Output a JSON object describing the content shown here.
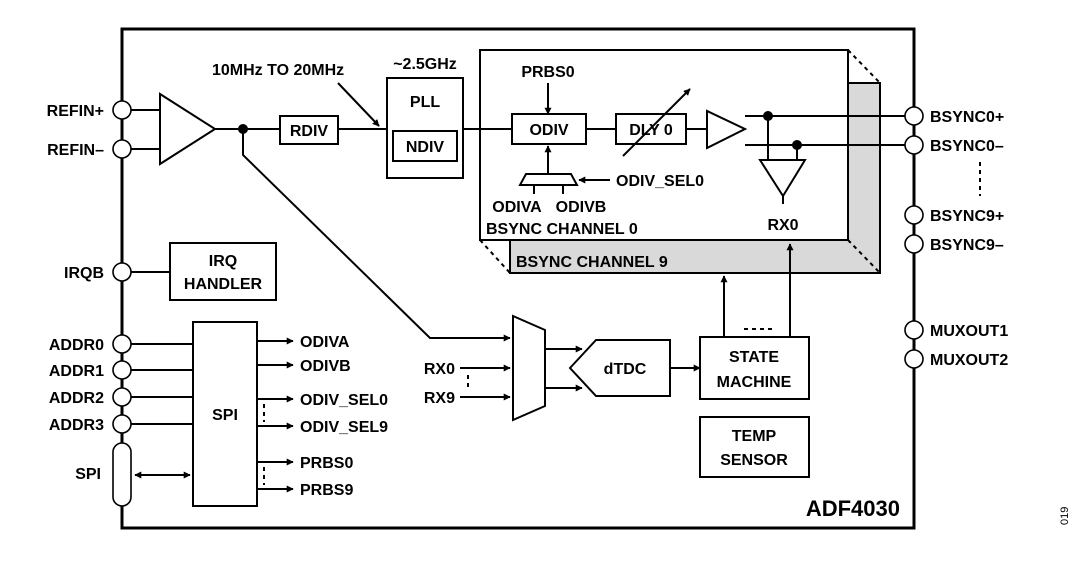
{
  "chip_name": "ADF4030",
  "figure_number": "019",
  "inputs": {
    "refin_p": "REFIN+",
    "refin_n": "REFIN–",
    "irqb": "IRQB",
    "addr0": "ADDR0",
    "addr1": "ADDR1",
    "addr2": "ADDR2",
    "addr3": "ADDR3",
    "spi": "SPI"
  },
  "outputs": {
    "bsync0_p": "BSYNC0+",
    "bsync0_n": "BSYNC0–",
    "bsync9_p": "BSYNC9+",
    "bsync9_n": "BSYNC9–",
    "muxout1": "MUXOUT1",
    "muxout2": "MUXOUT2"
  },
  "blocks": {
    "rdiv": "RDIV",
    "pll": "PLL",
    "ndiv": "NDIV",
    "odiv": "ODIV",
    "dly": "DLY 0",
    "irq_line1": "IRQ",
    "irq_line2": "HANDLER",
    "spi_block": "SPI",
    "dtdc": "dTDC",
    "state_line1": "STATE",
    "state_line2": "MACHINE",
    "temp_line1": "TEMP",
    "temp_line2": "SENSOR"
  },
  "annotations": {
    "ref_freq": "10MHz TO 20MHz",
    "pll_freq": "~2.5GHz",
    "prbs0": "PRBS0",
    "odiv_sel0": "ODIV_SEL0",
    "odiva": "ODIVA",
    "odivb": "ODIVB",
    "channel0": "BSYNC CHANNEL 0",
    "channel9": "BSYNC CHANNEL 9",
    "rx0_label": "RX0",
    "mux_rx0": "RX0",
    "mux_rx9": "RX9"
  },
  "spi_outputs": [
    "ODIVA",
    "ODIVB",
    "ODIV_SEL0",
    "ODIV_SEL9",
    "PRBS0",
    "PRBS9"
  ]
}
